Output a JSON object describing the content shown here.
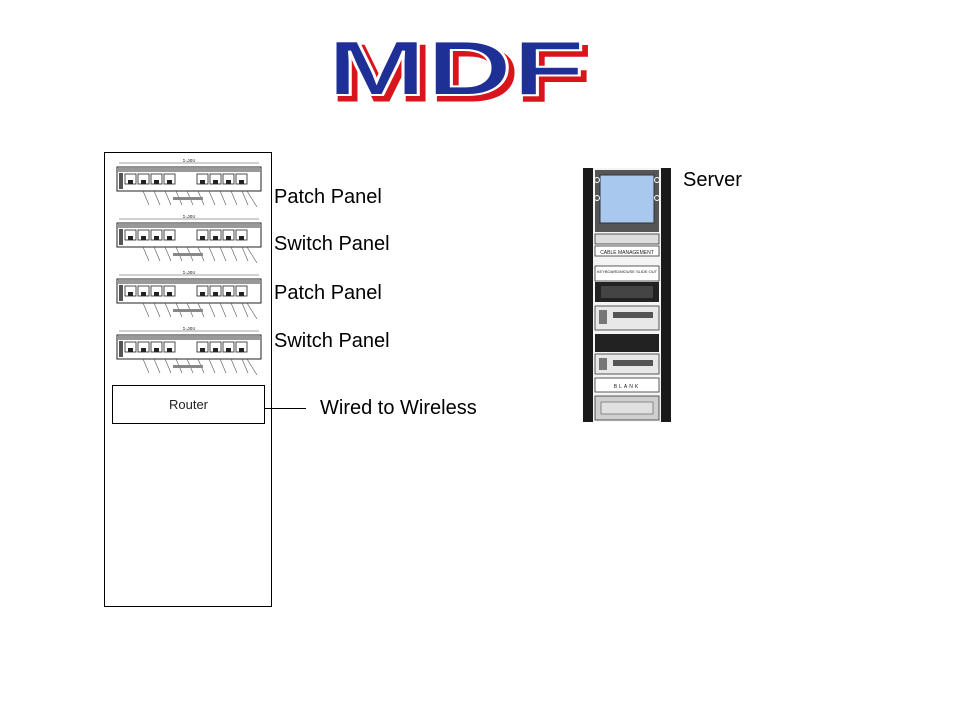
{
  "title": "MDF",
  "colors": {
    "title_fill": "#1e2f96",
    "title_shadow": "#d8141c",
    "server_screen": "#a8c8ee"
  },
  "rack": {
    "panel_measure": "5.380",
    "router_label": "Router"
  },
  "labels": {
    "patch_panel_1": "Patch Panel",
    "switch_panel_1": "Switch Panel",
    "patch_panel_2": "Patch Panel",
    "switch_panel_2": "Switch Panel",
    "wireless": "Wired to Wireless",
    "server": "Server"
  },
  "server": {
    "cable_label": "CABLE MANAGEMENT",
    "keyboard_label": "KEYBOARD/MOUSE SLIDE OUT",
    "blank_label": "BLANK"
  }
}
